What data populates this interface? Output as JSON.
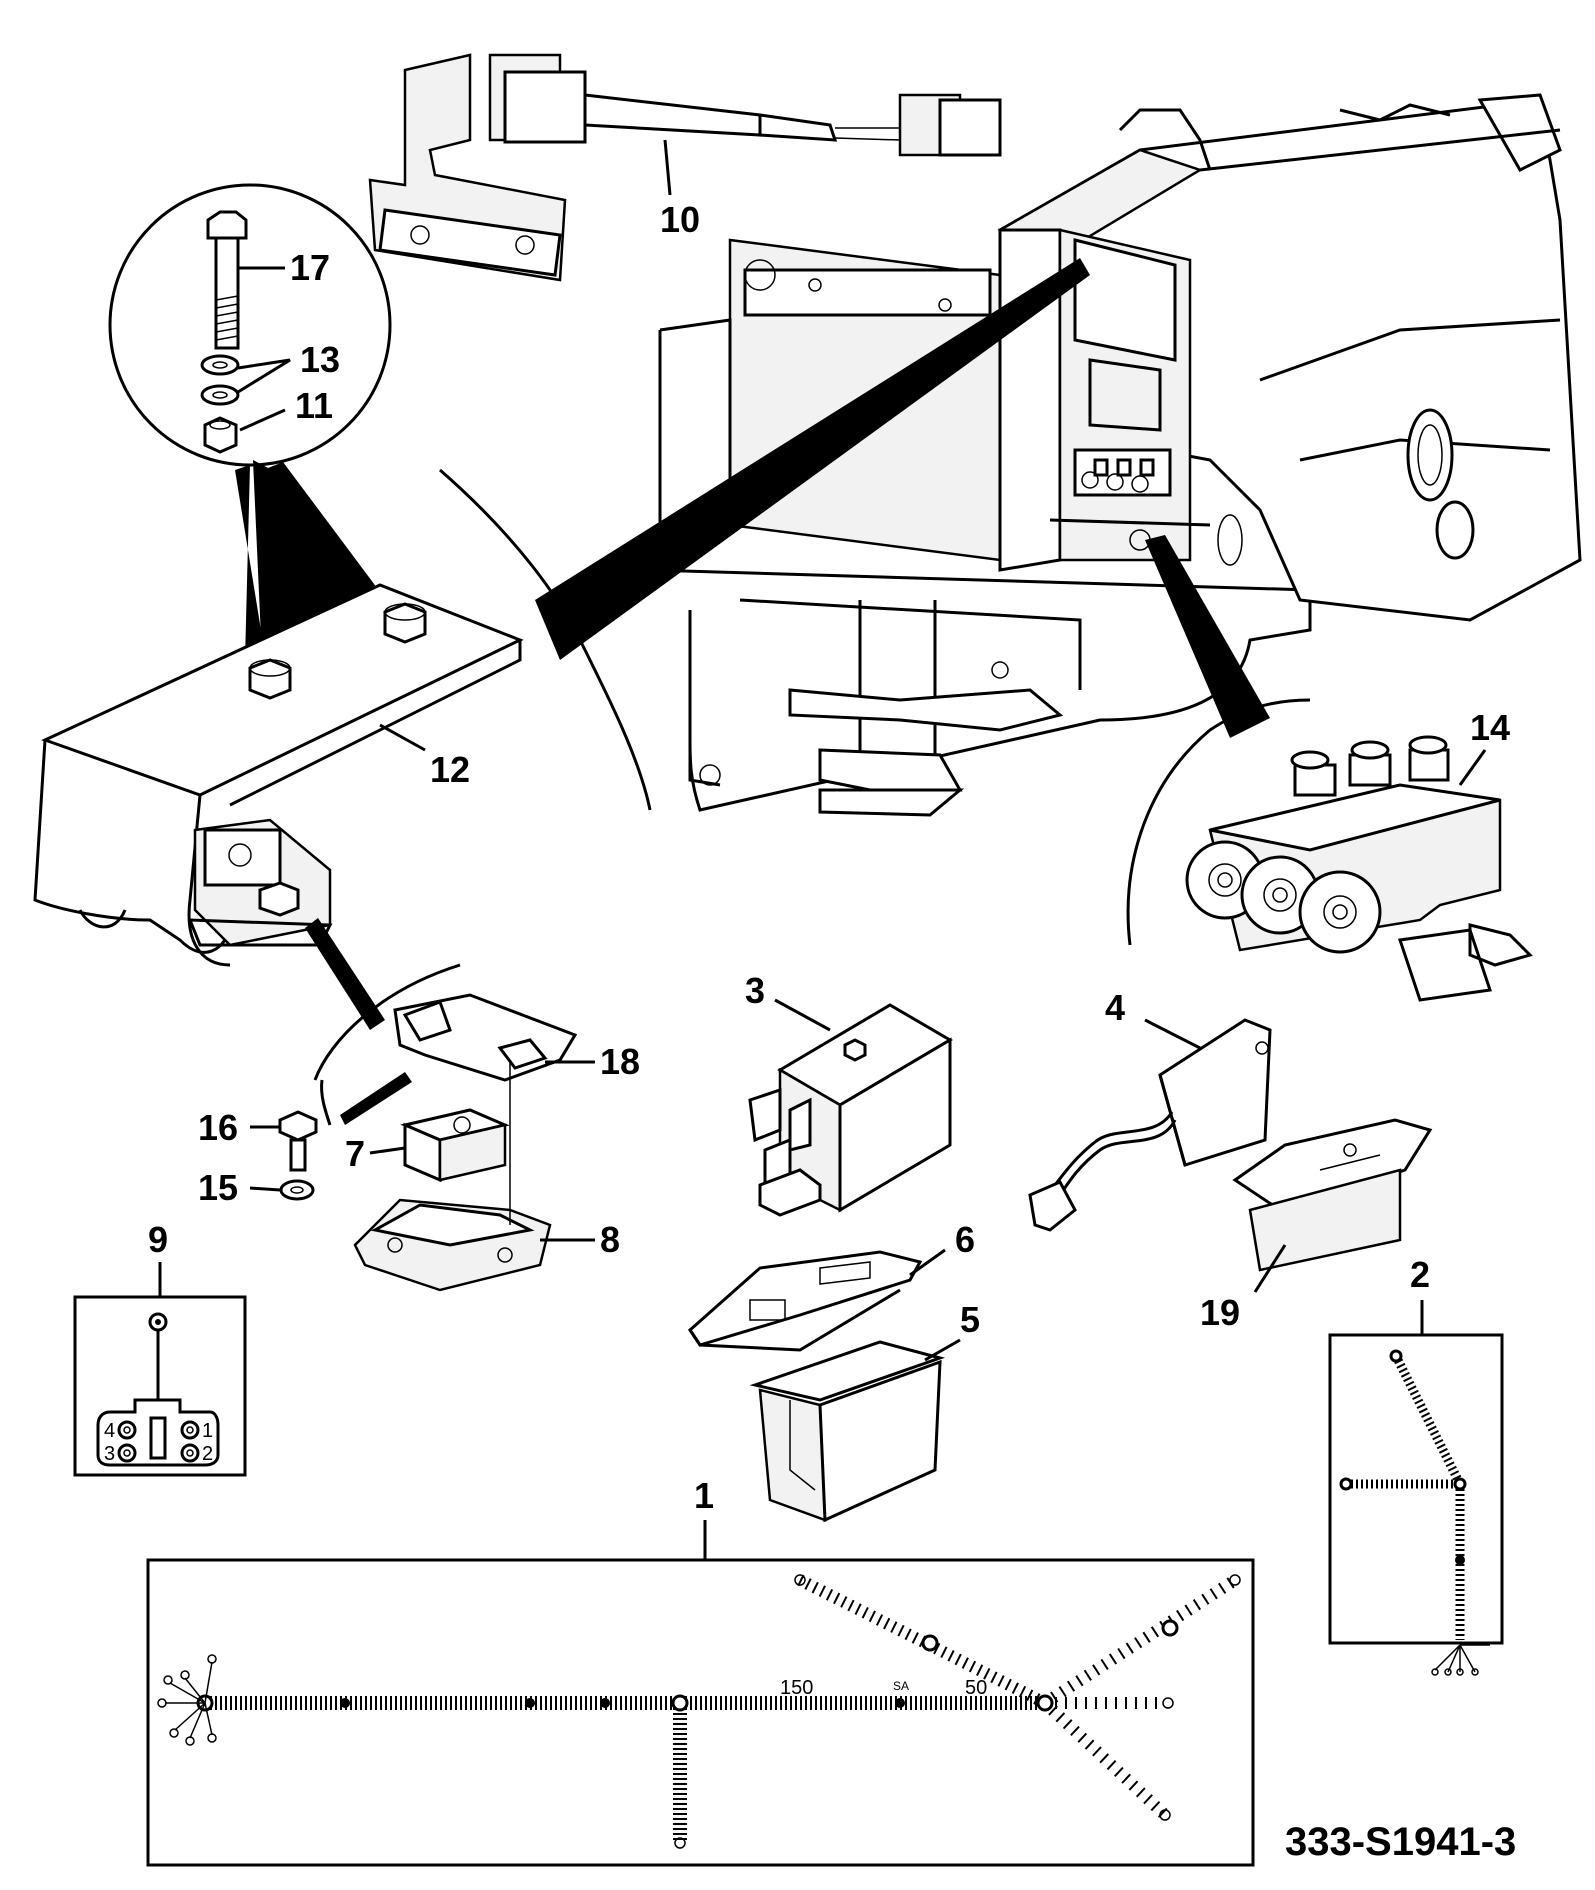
{
  "figure_ref": "333-S1941-3",
  "callouts": {
    "c1": "1",
    "c2": "2",
    "c3": "3",
    "c4": "4",
    "c5": "5",
    "c6": "6",
    "c7": "7",
    "c8": "8",
    "c9": "9",
    "c10": "10",
    "c11": "11",
    "c12": "12",
    "c13": "13",
    "c14": "14",
    "c15": "15",
    "c16": "16",
    "c17": "17",
    "c18": "18",
    "c19": "19"
  },
  "connector_pins": {
    "p1": "1",
    "p2": "2",
    "p3": "3",
    "p4": "4"
  },
  "harness_marks": {
    "m150": "150",
    "m50": "50",
    "msa": "SA"
  }
}
